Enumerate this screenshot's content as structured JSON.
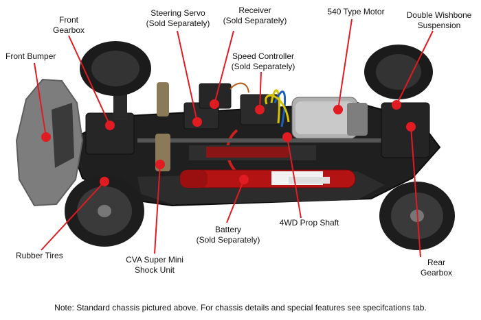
{
  "labels": {
    "front_gearbox": [
      "Front",
      "Gearbox"
    ],
    "front_bumper": [
      "Front Bumper"
    ],
    "steering_servo": [
      "Steering Servo",
      "(Sold Separately)"
    ],
    "receiver": [
      "Receiver",
      "(Sold Separately)"
    ],
    "motor": [
      "540 Type Motor"
    ],
    "double_wishbone": [
      "Double Wishbone",
      "Suspension"
    ],
    "speed_controller": [
      "Speed Controller",
      "(Sold Separately)"
    ],
    "rubber_tires": [
      "Rubber Tires"
    ],
    "cva_shock": [
      "CVA Super Mini",
      "Shock Unit"
    ],
    "battery": [
      "Battery",
      "(Sold Separately)"
    ],
    "prop_shaft": [
      "4WD Prop Shaft"
    ],
    "rear_gearbox": [
      "Rear",
      "Gearbox"
    ]
  },
  "note": "Note: Standard chassis pictured above. For chassis details and special features see specifcations tab.",
  "colors": {
    "callout": "#e11b22",
    "chassis": "#1c1c1c",
    "bumper": "#7a7a7a",
    "tire": "#222222"
  }
}
